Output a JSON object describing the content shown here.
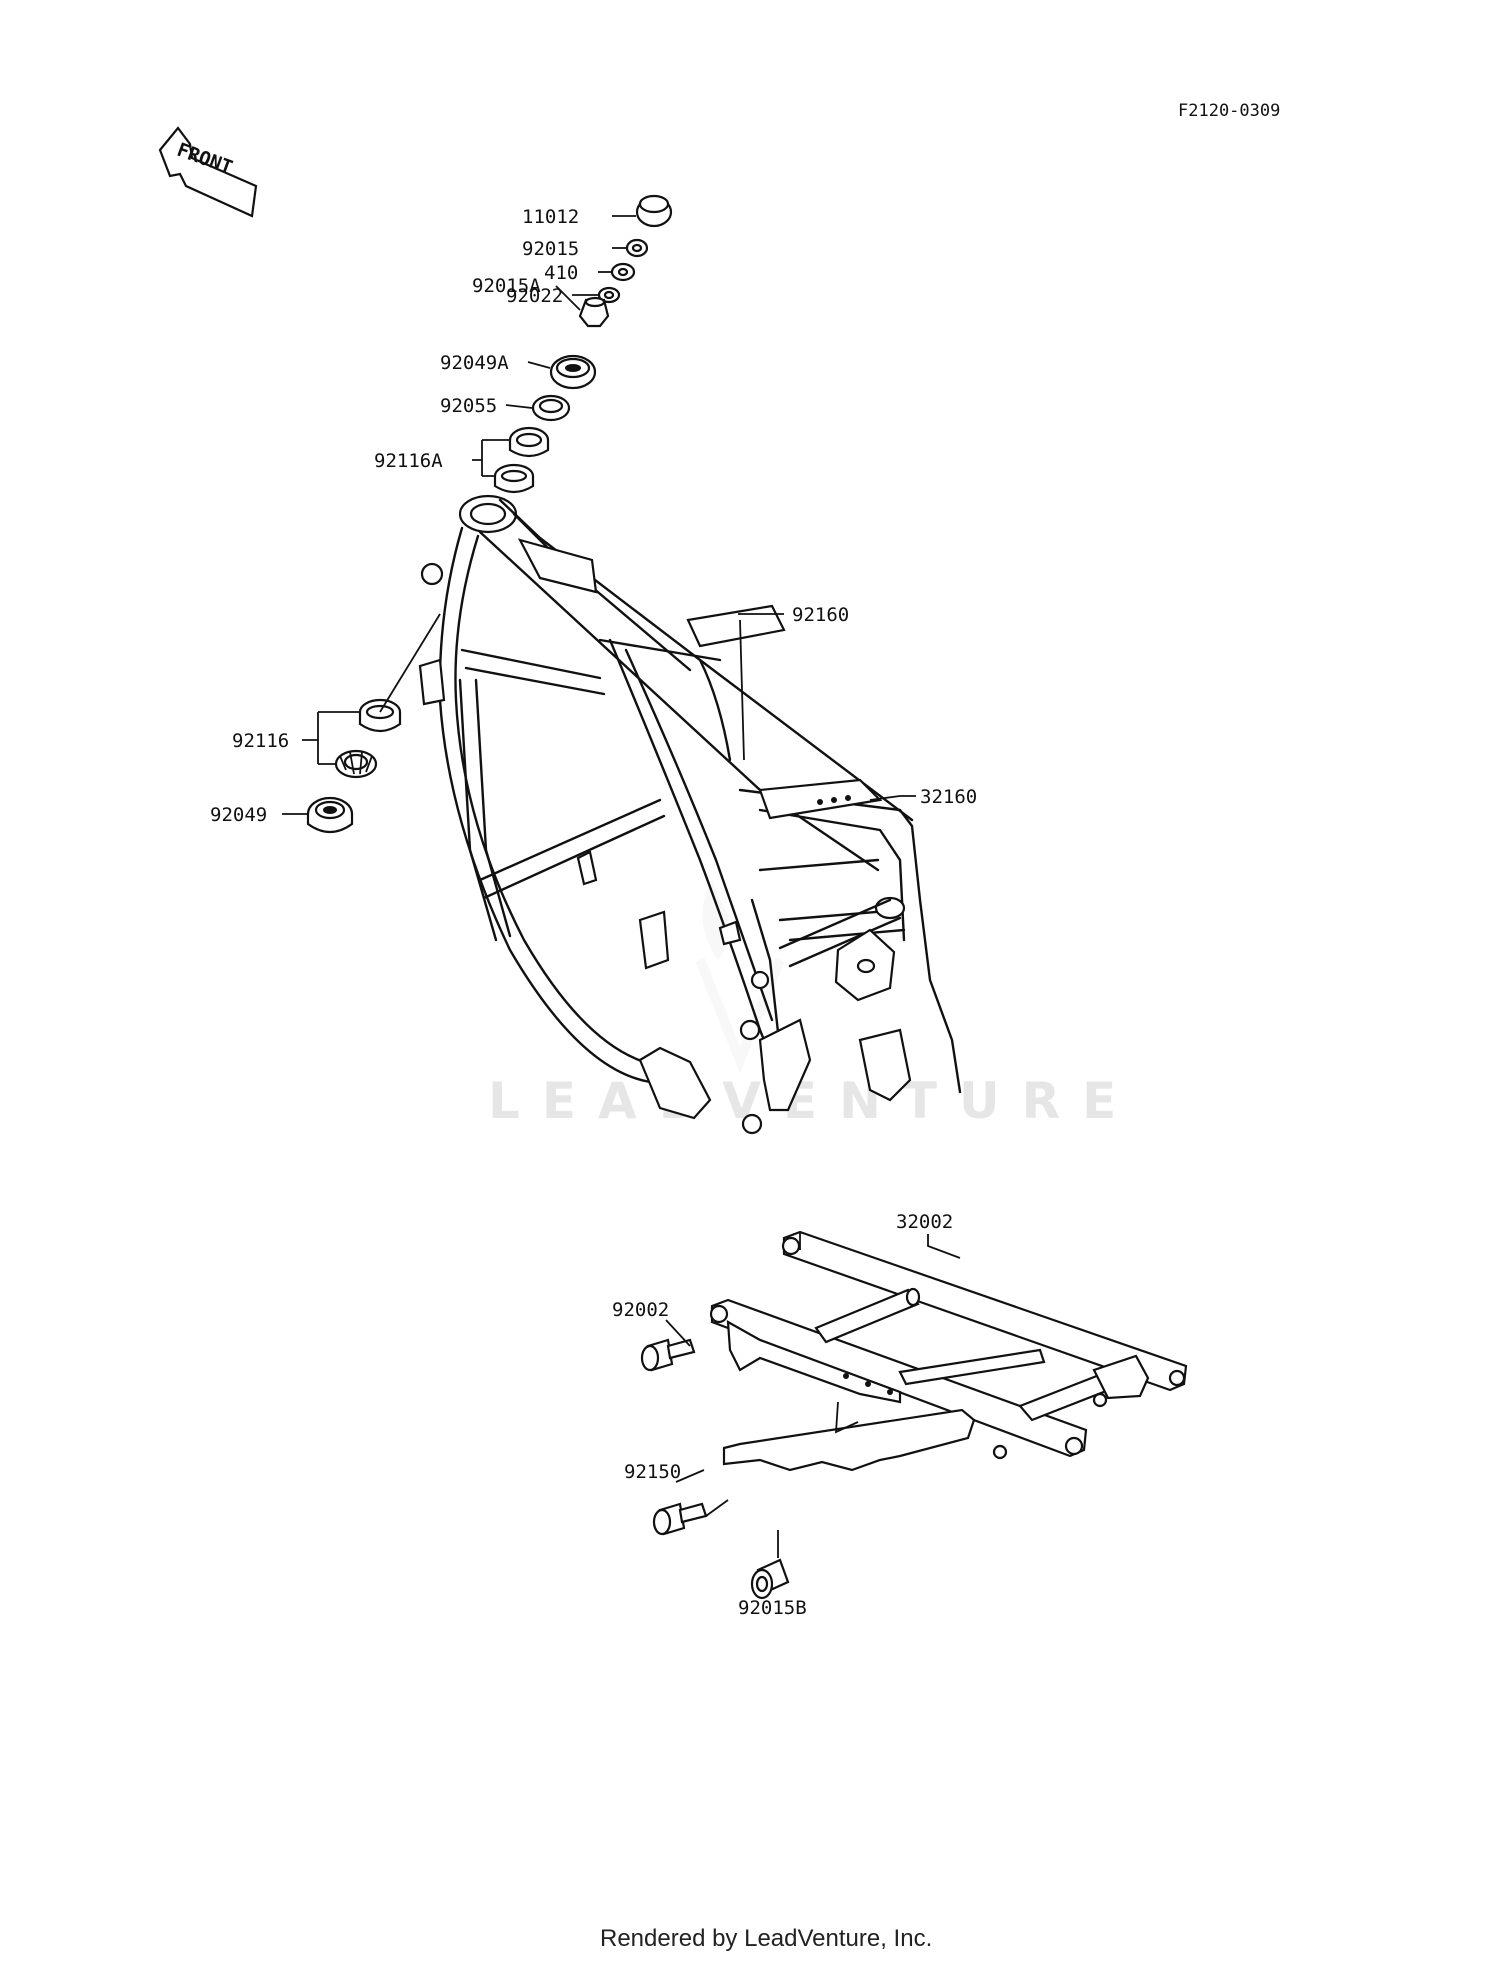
{
  "diagram": {
    "code": "F2120-0309",
    "front_label": "FRONT",
    "watermark": "LEADVENTURE",
    "footer": "Rendered by LeadVenture, Inc.",
    "callouts": [
      {
        "id": "p11012",
        "label": "11012"
      },
      {
        "id": "p92015",
        "label": "92015"
      },
      {
        "id": "p410",
        "label": "410"
      },
      {
        "id": "p92022",
        "label": "92022"
      },
      {
        "id": "p92015A",
        "label": "92015A"
      },
      {
        "id": "p92049A",
        "label": "92049A"
      },
      {
        "id": "p92055",
        "label": "92055"
      },
      {
        "id": "p92116A",
        "label": "92116A"
      },
      {
        "id": "p92160",
        "label": "92160"
      },
      {
        "id": "p32160",
        "label": "32160"
      },
      {
        "id": "p92116",
        "label": "92116"
      },
      {
        "id": "p92049",
        "label": "92049"
      },
      {
        "id": "p32002",
        "label": "32002"
      },
      {
        "id": "p92002",
        "label": "92002"
      },
      {
        "id": "p92150",
        "label": "92150"
      },
      {
        "id": "p92015B",
        "label": "92015B"
      }
    ]
  }
}
